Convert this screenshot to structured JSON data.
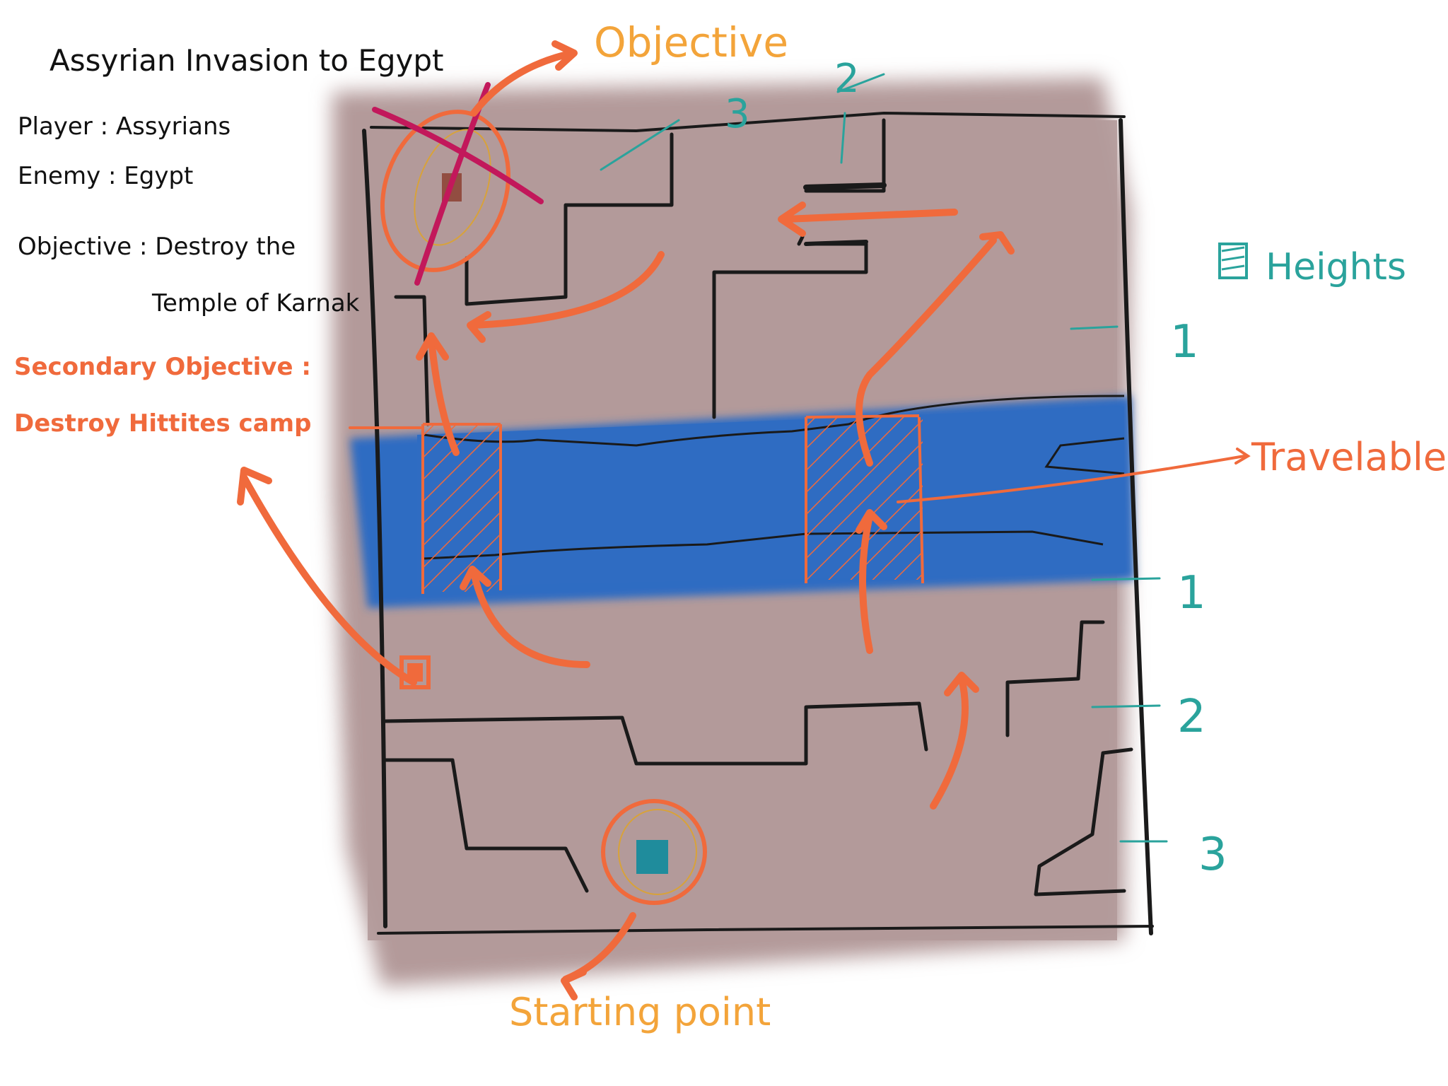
{
  "notes": {
    "title": "Assyrian Invasion to Egypt",
    "player": "Player : Assyrians",
    "enemy": "Enemy : Egypt",
    "objective_line1": "Objective : Destroy the",
    "objective_line2": "Temple of Karnak",
    "secondary_line1": "Secondary Objective :",
    "secondary_line2": "Destroy Hittites camp"
  },
  "labels": {
    "objective": "Objective",
    "travelable": "Travelable",
    "starting_point": "Starting point",
    "heights": "Heights"
  },
  "heights": {
    "top_3": "3",
    "top_2": "2",
    "upper_1": "1",
    "lower_1": "1",
    "lower_2": "2",
    "lower_3": "3"
  },
  "colors": {
    "ground": "#b39a9a",
    "river": "#2f6cc2",
    "arrows": "#f06a3c",
    "notes_orange": "#f3a43a",
    "heights_teal": "#2aa39c",
    "walls": "#1a1a1a",
    "cross": "#c2185b"
  }
}
